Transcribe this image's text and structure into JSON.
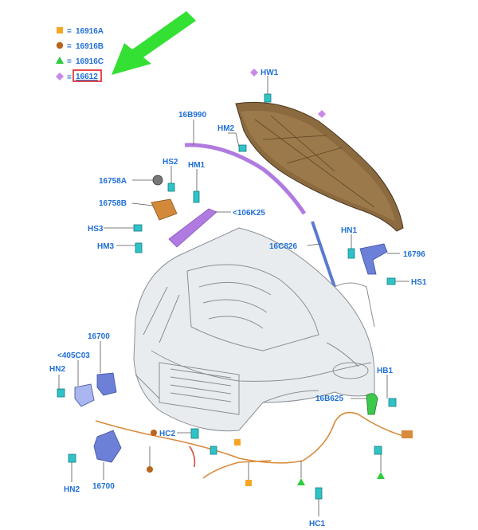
{
  "legend": {
    "items": [
      {
        "symbol": "orange-square",
        "equals": "=",
        "code": "16916A",
        "color": "#f5a623"
      },
      {
        "symbol": "brown-circle",
        "equals": "=",
        "code": "16916B",
        "color": "#b8661e"
      },
      {
        "symbol": "green-triangle",
        "equals": "=",
        "code": "16916C",
        "color": "#2ecc40"
      },
      {
        "symbol": "purple-diamond",
        "equals": "=",
        "code": "16612",
        "color": "#c889e8"
      }
    ],
    "highlight_color": "#e02020",
    "arrow_color": "#33e033"
  },
  "labels": {
    "hw1": "HW1",
    "p16b990": "16B990",
    "hm2": "HM2",
    "hs2": "HS2",
    "hm1": "HM1",
    "p16758a": "16758A",
    "p16758b": "16758B",
    "hs3": "HS3",
    "p106k25": "<106K25",
    "hm3": "HM3",
    "p16c826": "16C826",
    "hn1": "HN1",
    "p16796": "16796",
    "hs1": "HS1",
    "p16700_top": "16700",
    "p405c03": "<405C03",
    "hn2_top": "HN2",
    "hc2": "HC2",
    "hb1": "HB1",
    "p16b625": "16B625",
    "hn2_bottom": "HN2",
    "p16700_bottom": "16700",
    "hc1": "HC1"
  },
  "colors": {
    "label_blue": "#1f6fd6",
    "hood_brown": "#8a6a3e",
    "strut_blue": "#5a7ad0",
    "seal_purple": "#b07be0",
    "bracket_blue": "#6c80d8",
    "clip_teal": "#2fc3c8",
    "wire_orange": "#d98a3a",
    "car_body_grey": "#e9ecef"
  }
}
